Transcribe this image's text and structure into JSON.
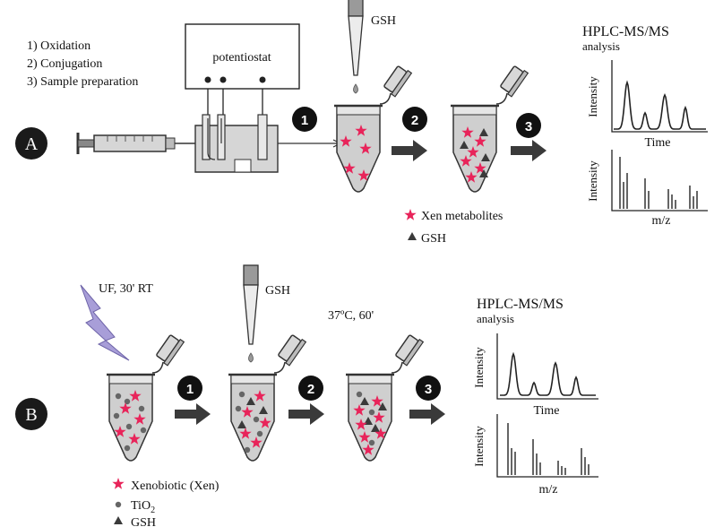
{
  "panel_a": {
    "label": "A",
    "steps": [
      "1) Oxidation",
      "2) Conjugation",
      "3) Sample preparation"
    ],
    "potentiostat": "potentiostat",
    "gsh_label": "GSH",
    "step_numbers": [
      "1",
      "2",
      "3"
    ],
    "hplc_title": "HPLC-MS/MS",
    "hplc_sub": "analysis",
    "chrom_ylabel": "Intensity",
    "chrom_xlabel": "Time",
    "ms_ylabel": "Intensity",
    "ms_xlabel": "m/z",
    "legend": [
      {
        "symbol": "star",
        "label": "Xen metabolites"
      },
      {
        "symbol": "triangle",
        "label": "GSH"
      }
    ]
  },
  "panel_b": {
    "label": "B",
    "uv_label": "UF, 30' RT",
    "gsh_label": "GSH",
    "incubation": "37ºC, 60'",
    "step_numbers": [
      "1",
      "2",
      "3"
    ],
    "hplc_title": "HPLC-MS/MS",
    "hplc_sub": "analysis",
    "chrom_ylabel": "Intensity",
    "chrom_xlabel": "Time",
    "ms_ylabel": "Intensity",
    "ms_xlabel": "m/z",
    "legend": [
      {
        "symbol": "star",
        "label": "Xenobiotic (Xen)"
      },
      {
        "symbol": "circle",
        "label": "TiO",
        "sub": "2"
      },
      {
        "symbol": "triangle",
        "label": "GSH"
      }
    ]
  },
  "colors": {
    "star": "#e8245a",
    "tube_fill": "#cfcfcf",
    "tube_liquid": "#bdbdbd",
    "arrow": "#3a3a3a",
    "lightning": "#a89ed8",
    "dark": "#1a1a1a"
  },
  "icons": [
    "syringe-icon",
    "electrochemical-cell-icon",
    "pipette-icon",
    "eppendorf-tube-icon",
    "lightning-icon",
    "chromatogram-icon",
    "mass-spectrum-icon"
  ]
}
